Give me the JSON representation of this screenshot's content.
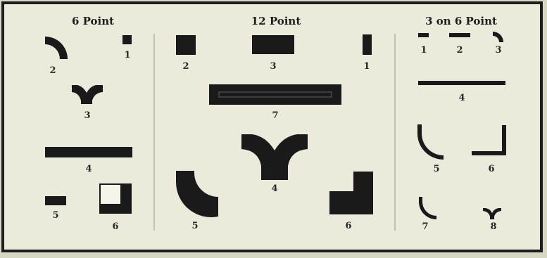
{
  "sections": [
    {
      "heading": "6 Point",
      "pieces": [
        {
          "label": "1",
          "shape": "square-block"
        },
        {
          "label": "2",
          "shape": "quarter-curve"
        },
        {
          "label": "3",
          "shape": "ornament-v"
        },
        {
          "label": "4",
          "shape": "long-bar"
        },
        {
          "label": "5",
          "shape": "short-bar"
        },
        {
          "label": "6",
          "shape": "corner-block"
        }
      ]
    },
    {
      "heading": "12 Point",
      "pieces": [
        {
          "label": "1",
          "shape": "vertical-bar"
        },
        {
          "label": "2",
          "shape": "square-block"
        },
        {
          "label": "3",
          "shape": "wide-block"
        },
        {
          "label": "4",
          "shape": "ornament-v"
        },
        {
          "label": "5",
          "shape": "quarter-curve"
        },
        {
          "label": "6",
          "shape": "corner-block"
        },
        {
          "label": "7",
          "shape": "long-bar"
        }
      ]
    },
    {
      "heading": "3 on 6 Point",
      "pieces": [
        {
          "label": "1",
          "shape": "short-dash"
        },
        {
          "label": "2",
          "shape": "dash"
        },
        {
          "label": "3",
          "shape": "small-curve"
        },
        {
          "label": "4",
          "shape": "long-rule"
        },
        {
          "label": "5",
          "shape": "corner-curve"
        },
        {
          "label": "6",
          "shape": "corner-square"
        },
        {
          "label": "7",
          "shape": "quarter-curve"
        },
        {
          "label": "8",
          "shape": "ornament-v"
        }
      ]
    }
  ],
  "colors": {
    "ink": "#1a1a1a",
    "paper": "#ebeadb",
    "background": "#d8d6c4"
  }
}
